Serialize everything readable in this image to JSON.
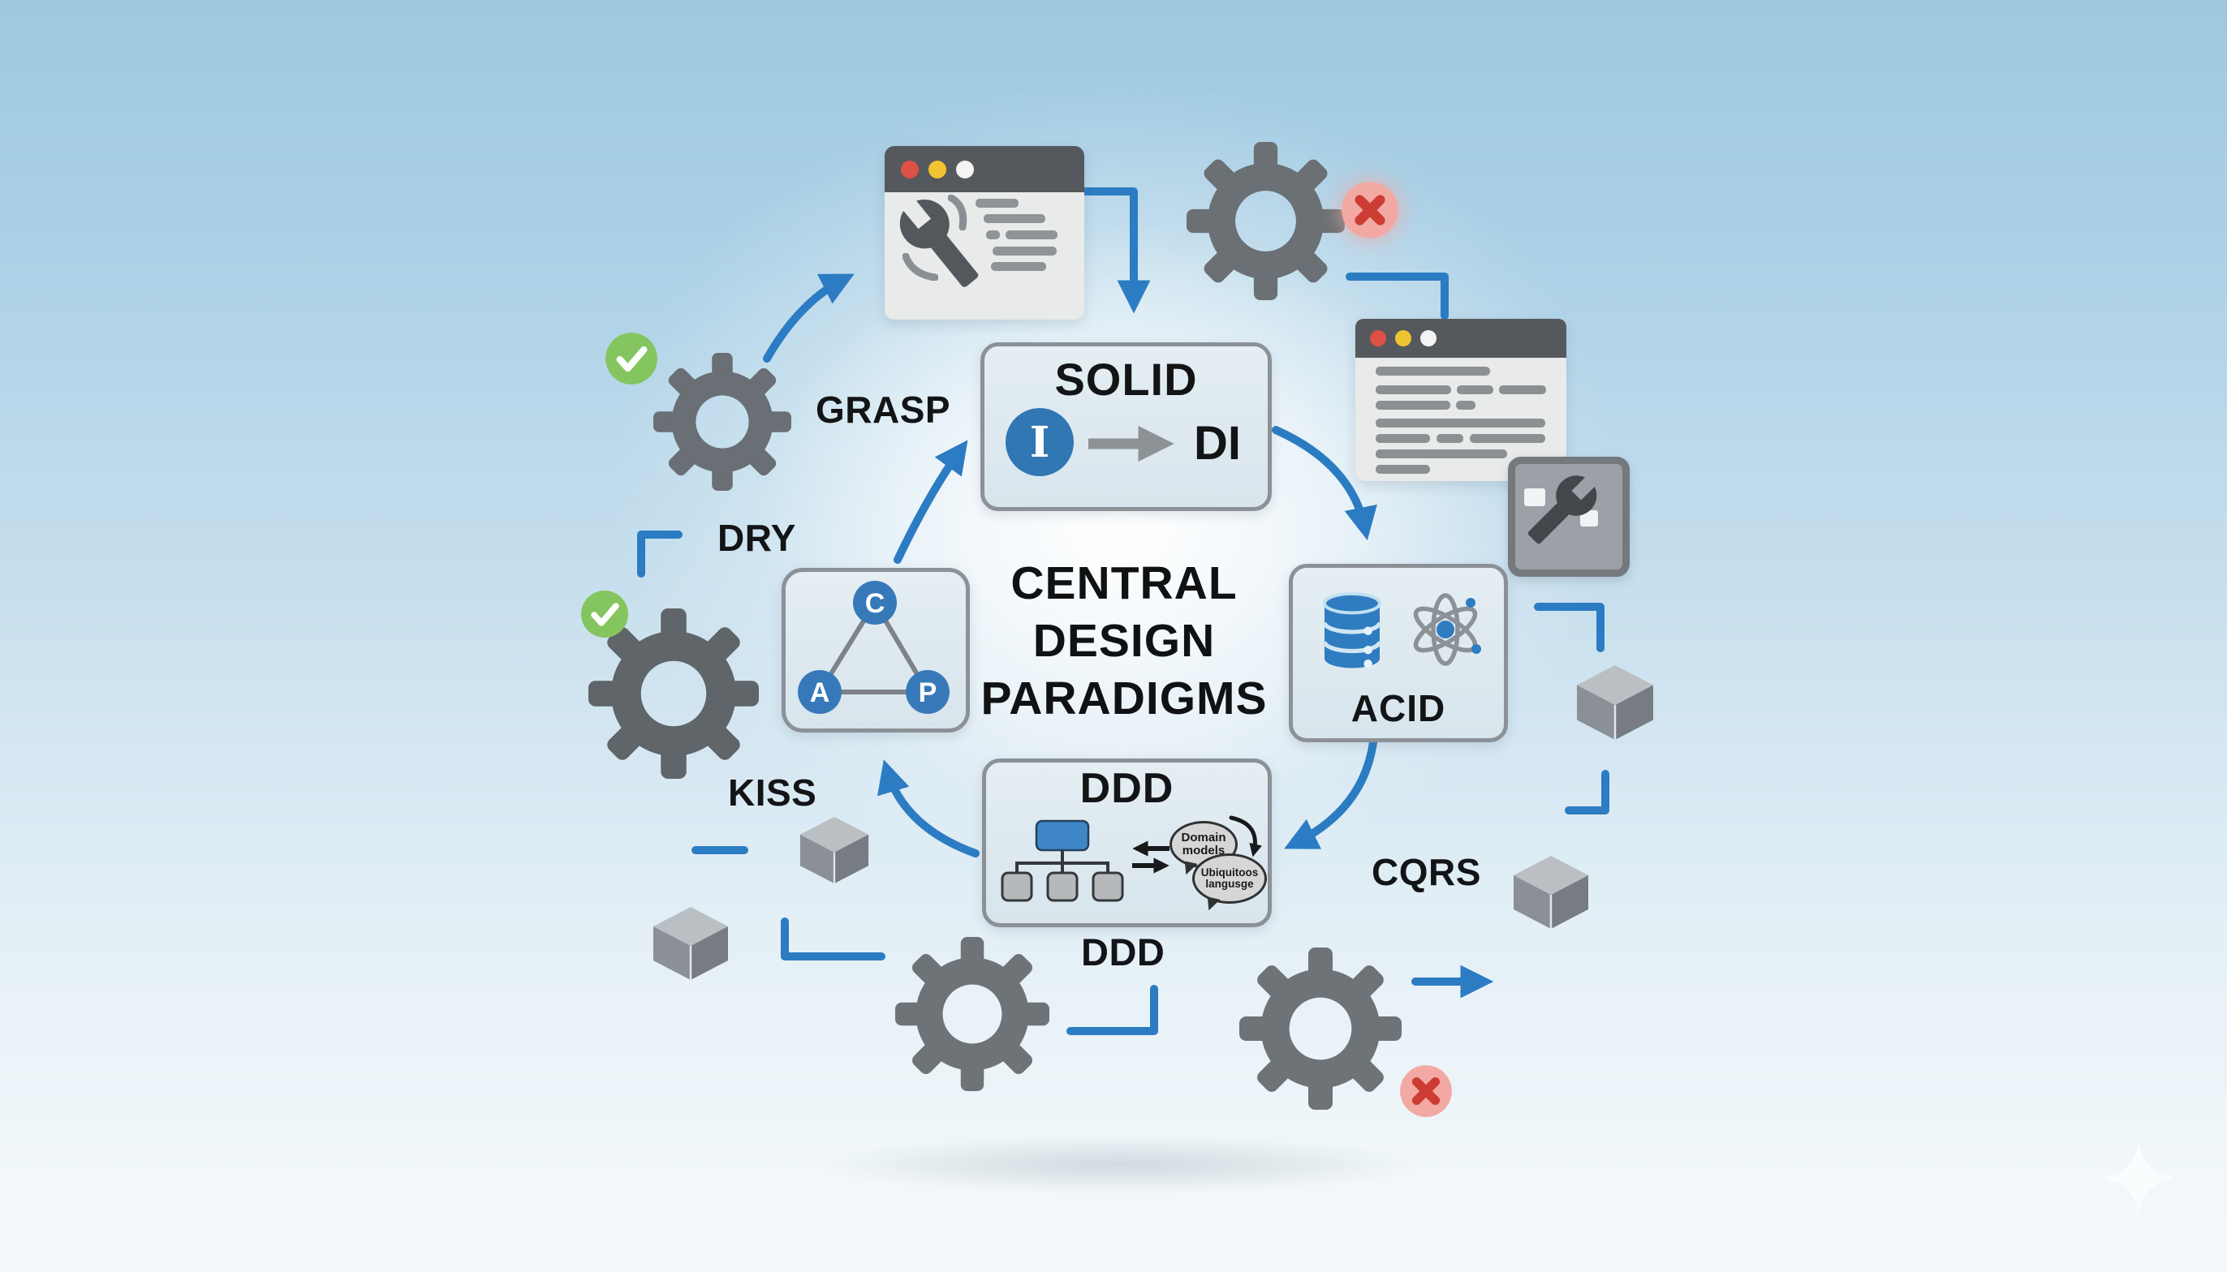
{
  "center_title": {
    "line1": "CENTRAL",
    "line2": "DESIGN",
    "line3": "PARADIGMS"
  },
  "labels": {
    "grasp": "GRASP",
    "dry": "DRY",
    "kiss": "KISS",
    "ddd": "DDD",
    "cqrs": "CQRS"
  },
  "boxes": {
    "solid": {
      "title": "SOLID",
      "principle_letter": "I",
      "result": "DI"
    },
    "cap": {
      "node_c": "C",
      "node_a": "A",
      "node_p": "P"
    },
    "acid": {
      "title": "ACID"
    },
    "ddd": {
      "title": "DDD",
      "bubble_domain": {
        "line1": "Domain",
        "line2": "models"
      },
      "bubble_language": {
        "line1": "Ubiquitoos",
        "line2": "langusge"
      }
    }
  },
  "colors": {
    "accent_blue": "#2b7cc2",
    "node_blue": "#3779b8",
    "gear_gray": "#6a7074",
    "box_fill": "#dde9ef",
    "box_border": "#8b9197",
    "success_green": "#85c55f",
    "error_red": "#cc3c33",
    "error_pink": "#f2a9a3",
    "text_black": "#131416"
  }
}
